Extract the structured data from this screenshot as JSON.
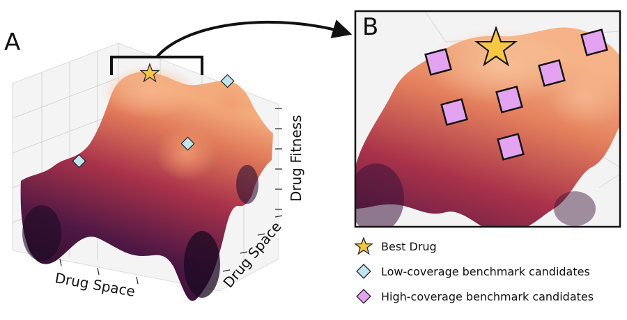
{
  "panels": {
    "a_label": "A",
    "b_label": "B"
  },
  "axes": {
    "x_label": "Drug Space",
    "y_label": "Drug Space",
    "z_label": "Drug Fitness"
  },
  "legend": [
    {
      "marker": "star-icon",
      "color": "#f7c744",
      "label": "Best Drug"
    },
    {
      "marker": "diamond-icon",
      "color": "#bde6f0",
      "label": "Low-coverage benchmark candidates"
    },
    {
      "marker": "diamond-icon",
      "color": "#e3a3f0",
      "label": "High-coverage benchmark candidates"
    }
  ],
  "colors": {
    "surface_low": "#2b1033",
    "surface_mid": "#9a2a47",
    "surface_high": "#f0a074",
    "best_drug": "#f7c744",
    "low_coverage": "#bde6f0",
    "high_coverage": "#e3a3f0"
  }
}
